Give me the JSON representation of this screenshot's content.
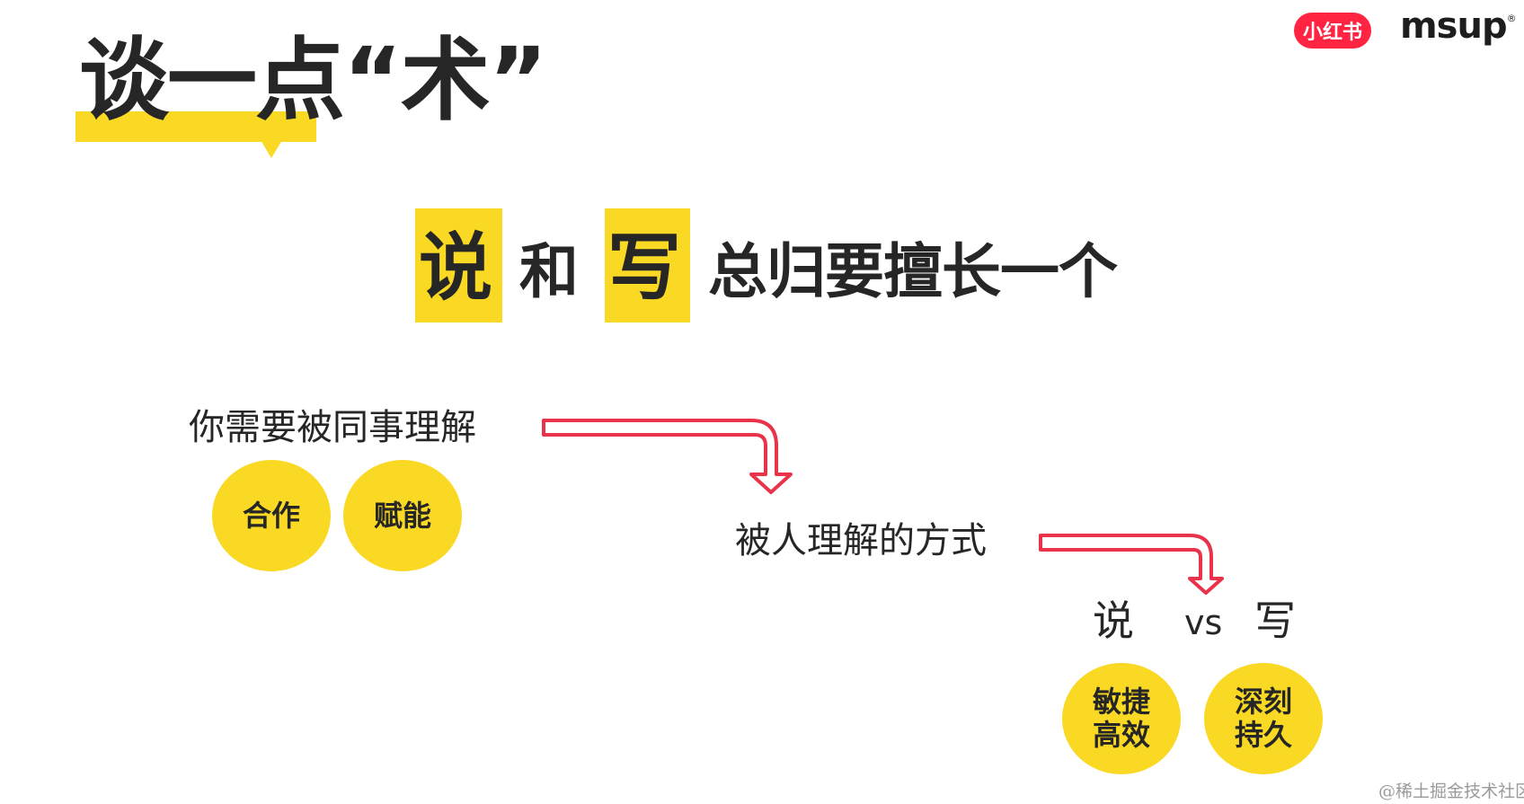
{
  "title": "谈一点“术”",
  "logos": {
    "xiaohongshu": "小红书",
    "msup": "msup",
    "msup_mark": "®"
  },
  "headline": {
    "w1": "说",
    "w2": "和",
    "w3": "写",
    "w4": "总归要擅长一个"
  },
  "left": {
    "text": "你需要被同事理解",
    "circle1": "合作",
    "circle2": "赋能"
  },
  "middle": {
    "text": "被人理解的方式"
  },
  "right": {
    "speak": "说",
    "vs": "vs",
    "write": "写",
    "circle1": "敏捷高效",
    "circle2": "深刻持久"
  },
  "watermark": "@稀土掘金技术社区",
  "colors": {
    "accent_yellow": "#f9d923",
    "arrow_red": "#e8334a",
    "text": "#262626"
  }
}
